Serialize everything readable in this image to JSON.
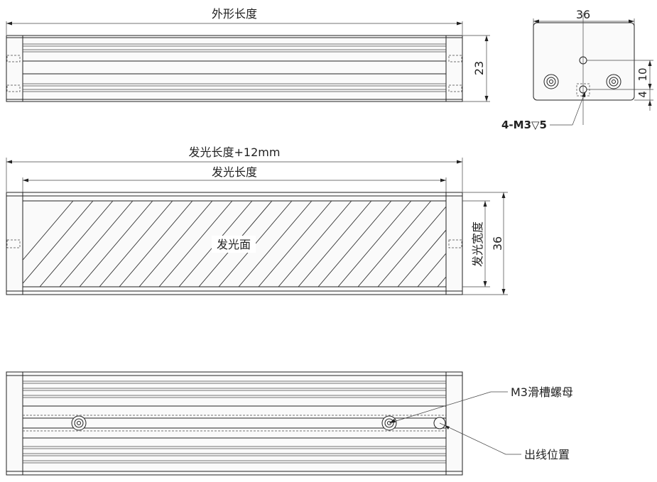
{
  "top_view": {
    "dim_overall_length": "外形长度",
    "dim_height": "23"
  },
  "end_view": {
    "dim_width": "36",
    "dim_10": "10",
    "dim_4": "4",
    "thread_callout": "4-M3▽5"
  },
  "front_view": {
    "dim_emit_length_plus": "发光长度+12mm",
    "dim_emit_length": "发光长度",
    "emit_face_label": "发光面",
    "dim_emit_width": "发光宽度",
    "dim_36": "36"
  },
  "bottom_view": {
    "slot_nut_label": "M3滑槽螺母",
    "cable_exit_label": "出线位置"
  }
}
